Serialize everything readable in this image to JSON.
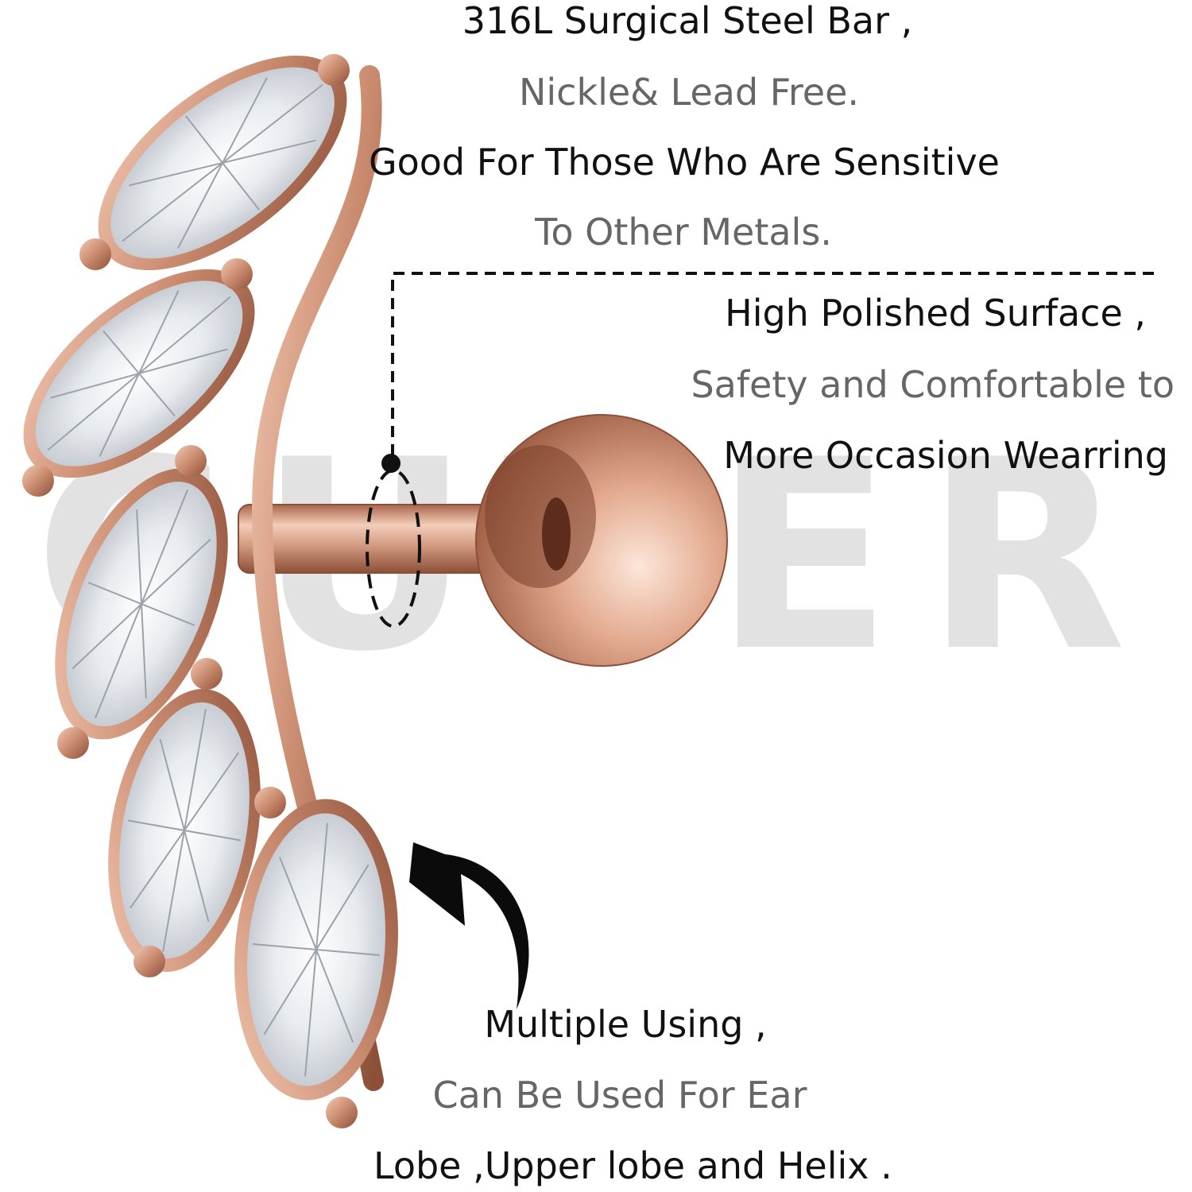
{
  "watermark": "CUTER",
  "material": {
    "line1": "316L Surgical Steel Bar ,",
    "line2": "Nickle& Lead Free.",
    "line3": "Good For Those Who Are Sensitive",
    "line4": "To Other Metals."
  },
  "surface": {
    "line1": "High Polished Surface ,",
    "line2": "Safety and Comfortable to",
    "line3": "More Occasion Wearring"
  },
  "usage": {
    "line1": "Multiple Using ,",
    "line2": "Can Be Used For Ear",
    "line3": "Lobe ,Upper lobe and Helix ."
  },
  "colors": {
    "rose_gold": "#c98a6e",
    "rose_gold_dark": "#8c4f38",
    "text_dark": "#111111",
    "text_gray": "#666666",
    "watermark": "#d9d9d9"
  },
  "icons": [
    "marquise-gem-icon",
    "ball-end-icon",
    "curved-arrow-icon",
    "dashed-callout-icon"
  ]
}
